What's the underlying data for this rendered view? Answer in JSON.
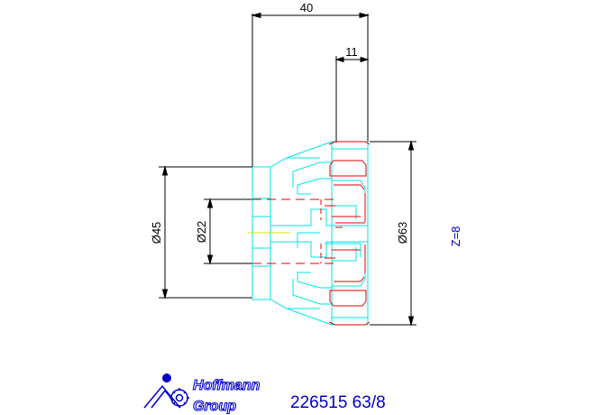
{
  "colors": {
    "outline": "#00e5e5",
    "hidden": "#e00000",
    "centerline": "#e0e000",
    "dimension": "#000000",
    "brand": "#0000cc"
  },
  "dimensions": {
    "overall_length": "40",
    "tooth_width": "11",
    "bore_diameter": "Ø22",
    "hub_diameter": "Ø45",
    "outer_diameter": "Ø63"
  },
  "tooth_count_label": "Z=8",
  "logo": {
    "line1": "Hoffmann",
    "line2": "Group",
    "icon": "hoffmann-group-logo-icon"
  },
  "part_number": "226515 63/8"
}
